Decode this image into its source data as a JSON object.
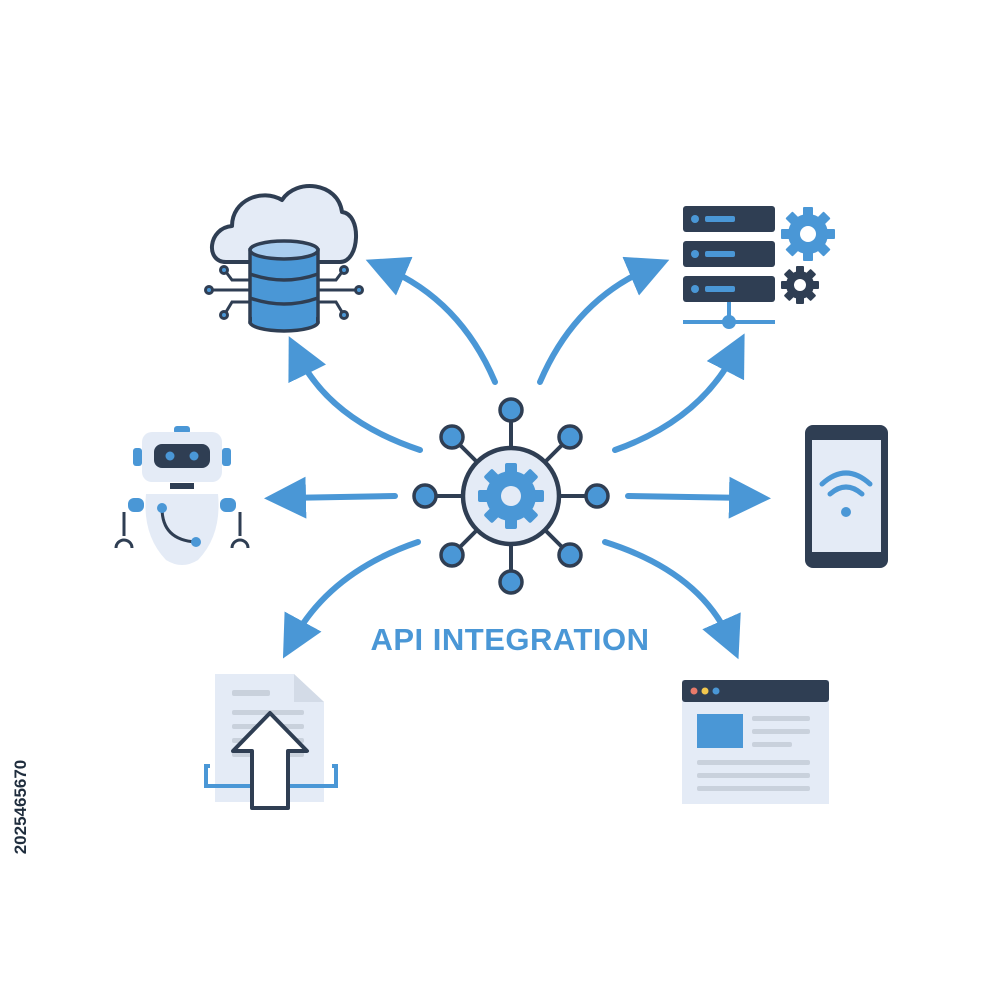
{
  "diagram": {
    "title": "API INTEGRATION",
    "stock_id": "2025465670",
    "colors": {
      "primary_blue": "#4a97d6",
      "light_blue": "#a9cdef",
      "pale": "#e4ebf6",
      "dark_navy": "#2f3e53",
      "white": "#ffffff"
    },
    "nodes": [
      {
        "id": "cloud-database",
        "icon": "cloud-database-icon"
      },
      {
        "id": "server-settings",
        "icon": "server-gear-icon"
      },
      {
        "id": "robot",
        "icon": "robot-icon"
      },
      {
        "id": "mobile-wifi",
        "icon": "smartphone-wifi-icon"
      },
      {
        "id": "file-upload",
        "icon": "document-upload-icon"
      },
      {
        "id": "web-page",
        "icon": "browser-window-icon"
      }
    ],
    "hub": {
      "icon": "network-gear-hub-icon"
    }
  }
}
